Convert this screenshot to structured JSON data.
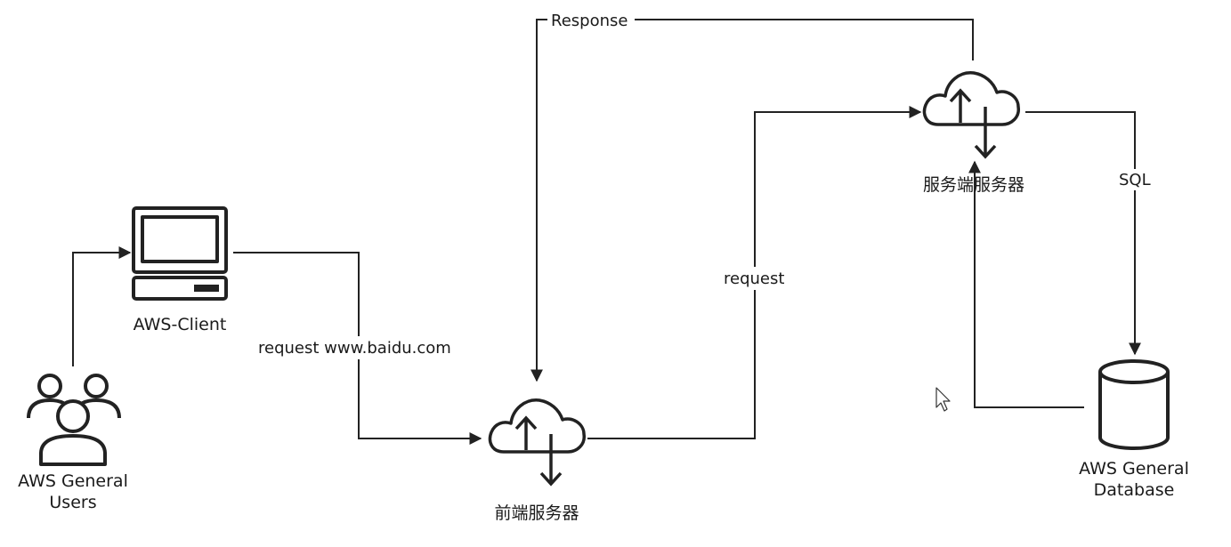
{
  "nodes": {
    "users": {
      "label_line1": "AWS General",
      "label_line2": "Users",
      "icon": "users-icon"
    },
    "client": {
      "label": "AWS-Client",
      "icon": "computer-icon"
    },
    "frontend_server": {
      "label": "前端服务器",
      "icon": "cloud-upload-download-icon"
    },
    "backend_server": {
      "label": "服务端服务器",
      "icon": "cloud-upload-download-icon"
    },
    "database": {
      "label_line1": "AWS General",
      "label_line2": "Database",
      "icon": "database-icon"
    }
  },
  "edges": {
    "client_to_frontend": "request www.baidu.com",
    "frontend_to_backend": "request",
    "backend_to_frontend": "Response",
    "backend_to_database": "SQL"
  },
  "colors": {
    "stroke": "#222222",
    "background": "#ffffff"
  }
}
